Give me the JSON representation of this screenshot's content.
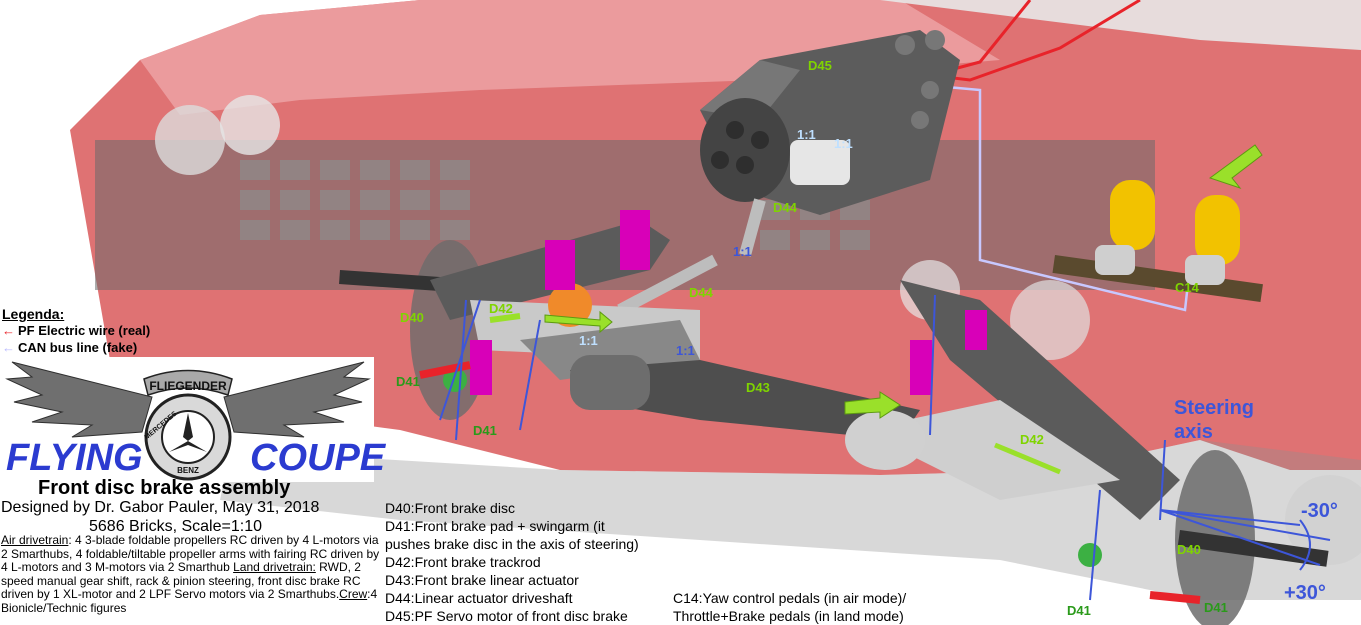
{
  "colors": {
    "car_body": "#d9595b",
    "car_body_light": "#f1a9aa",
    "grille": "#4a4a4a",
    "part_dark": "#5a5a5a",
    "part_light": "#c9c9c9",
    "magenta": "#d800b8",
    "yellow_pedal": "#f2c200",
    "callout_green": "#7fd400",
    "ratio_blue": "#3d56d9",
    "pf_wire": "#e8232a",
    "can_bus": "#c8c8ff",
    "brand_blue": "#2b3bd0"
  },
  "icons": {
    "pf_wire_arrow": "red-left-arrow",
    "can_bus_arrow": "lavender-left-arrow",
    "logo": "winged-mercedes-star-logo",
    "direction_arrows": "green-direction-arrow"
  },
  "legend": {
    "title": "Legenda:",
    "pf_wire": "PF Electric wire (real)",
    "can_bus": "CAN bus line (fake)"
  },
  "logo": {
    "top_text": "FLIEGENDER",
    "left_text": "MERCEDES",
    "right_text": "BENZ",
    "brand_left": "FLYING",
    "brand_right": "COUPE"
  },
  "header": {
    "title": "Front disc brake assembly",
    "designer": "Designed by Dr. Gabor Pauler, May 31, 2018",
    "bricks": "5686 Bricks, Scale=1:10"
  },
  "details": {
    "air_label": "Air drivetrain",
    "air_text": ": 4 3-blade foldable propellers RC driven by 4 L-motors via 2 Smarthubs, 4 foldable/tiltable propeller arms with fairing RC driven by 4 L-motors and 3 M-motors via 2 Smarthub",
    "land_label": "Land drivetrain:",
    "land_text": " RWD, 2 speed manual gear shift, rack & pinion steering, front disc brake RC driven by 1 XL-motor and 2 LPF Servo motors via 2 Smarthubs.",
    "crew_label": "Crew",
    "crew_text": ":4 Bionicle/Technic figures"
  },
  "parts": [
    "D40:Front brake disc",
    "D41:Front brake pad + swingarm (it",
    "pushes brake disc in the axis of steering)",
    "D42:Front brake trackrod",
    "D43:Front brake linear actuator",
    "D44:Linear actuator driveshaft",
    "D45:PF Servo motor of front disc brake"
  ],
  "parts_right": [
    "C14:Yaw control pedals (in air mode)/",
    "Throttle+Brake pedals (in land mode)"
  ],
  "callouts": {
    "d45": "D45",
    "d44a": "D44",
    "d44b": "D44",
    "d42a": "D42",
    "d42b": "D42",
    "d40a": "D40",
    "d40b": "D40",
    "d41a": "D41",
    "d41b": "D41",
    "d41c": "D41",
    "d41d": "D41",
    "d43": "D43",
    "c14": "C14"
  },
  "ratios": {
    "r1": "1:1",
    "r2": "1:1",
    "r3": "1:1",
    "r4": "1:1",
    "r5": "1:1"
  },
  "steering": {
    "label_line1": "Steering",
    "label_line2": "axis",
    "angle_neg": "-30°",
    "angle_pos": "+30°"
  }
}
